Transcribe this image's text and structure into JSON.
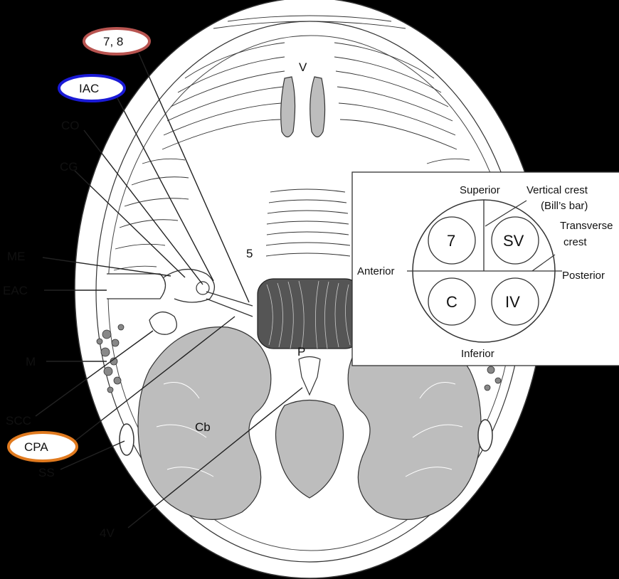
{
  "labels": {
    "n78": "7, 8",
    "iac": "IAC",
    "co": "CO",
    "cg": "CG",
    "me": "ME",
    "eac": "EAC",
    "m": "M",
    "scc": "SCC",
    "cpa": "CPA",
    "ss": "SS",
    "v4": "4V",
    "v": "V",
    "five": "5",
    "p": "P",
    "cb": "Cb"
  },
  "inset": {
    "superior": "Superior",
    "inferior": "Inferior",
    "anterior": "Anterior",
    "posterior": "Posterior",
    "vertical_crest_1": "Vertical crest",
    "vertical_crest_2": "(Bill’s bar)",
    "transverse_1": "Transverse",
    "transverse_2": "crest",
    "q_facial": "7",
    "q_sv": "SV",
    "q_cochlear": "C",
    "q_iv": "IV"
  },
  "highlight_colors": {
    "n78": "#b85450",
    "iac": "#1a1ad6",
    "cpa": "#e07a1f"
  }
}
